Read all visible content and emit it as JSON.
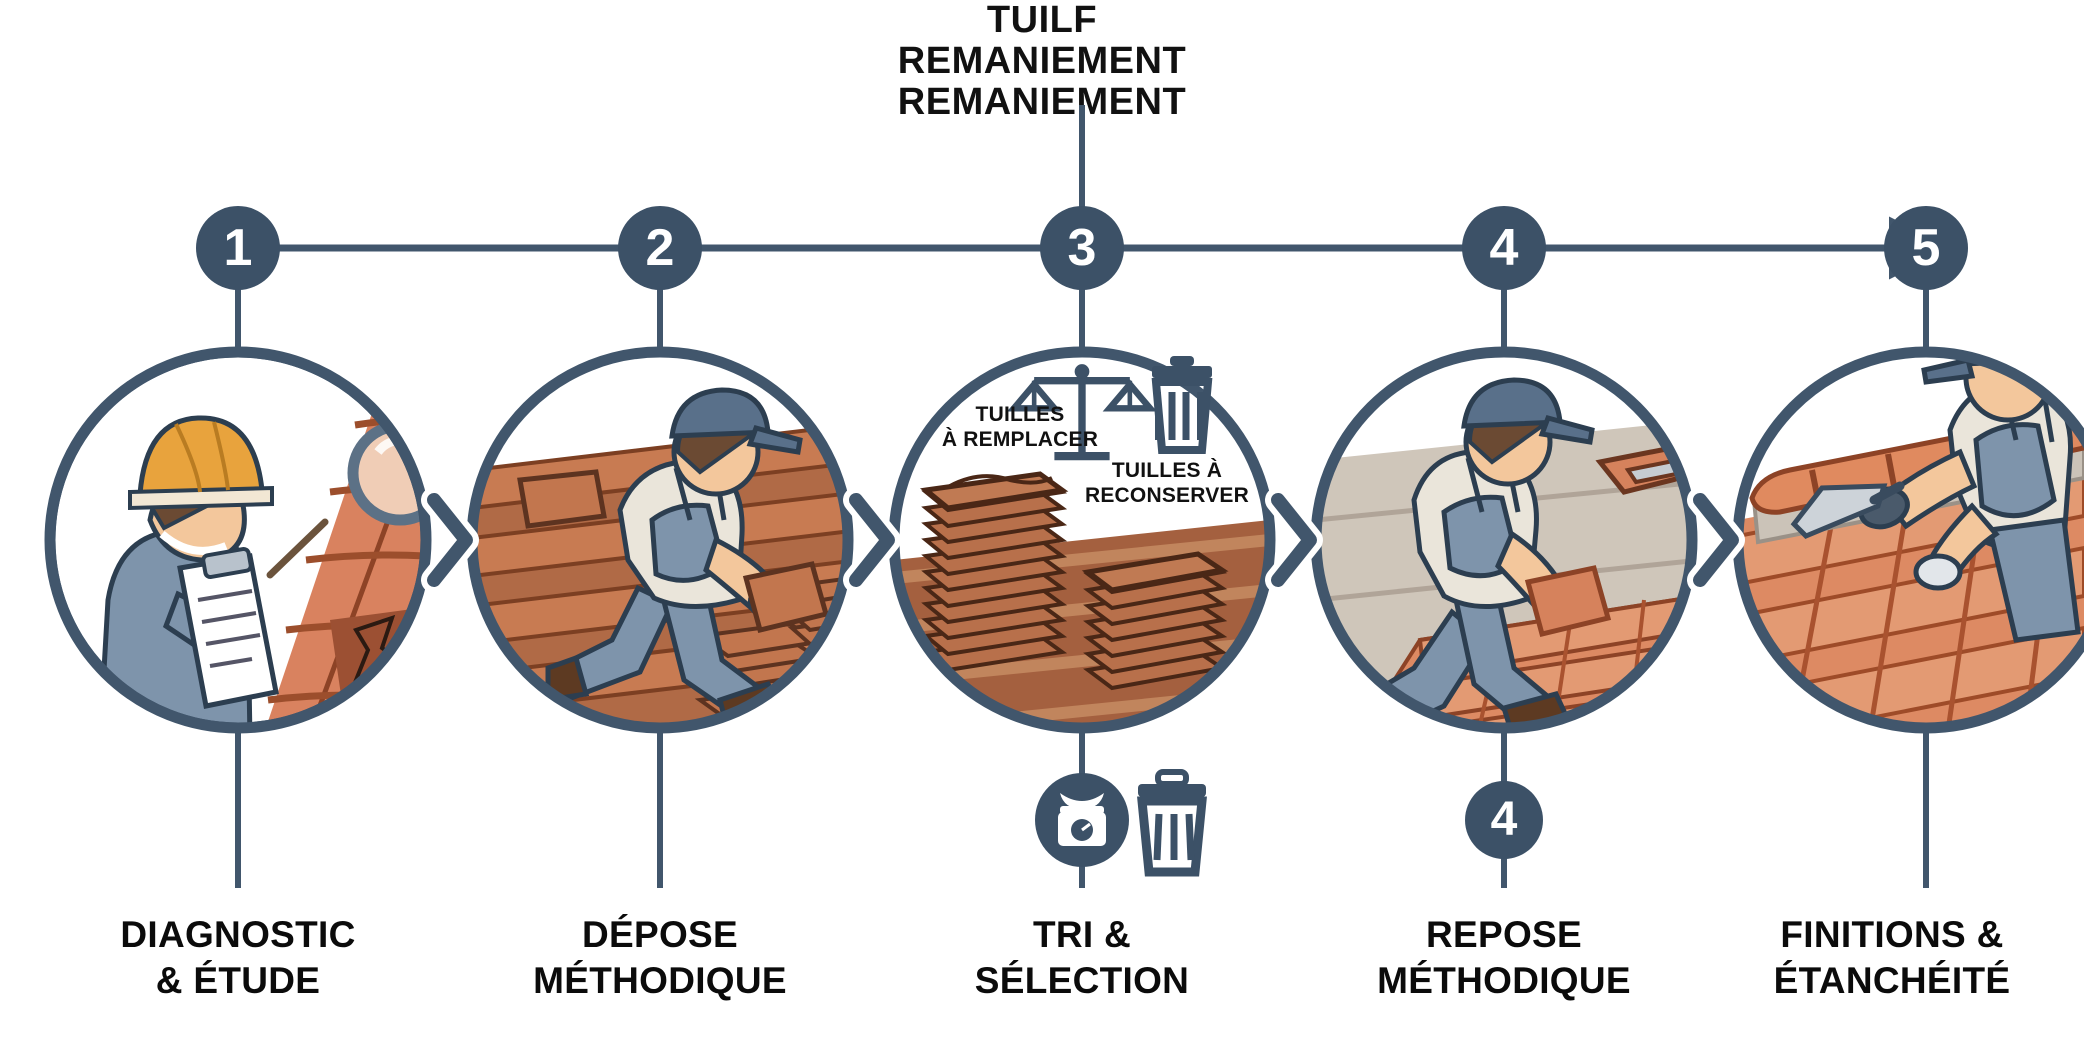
{
  "title": {
    "line1": "TUILF",
    "line2": "REMANIEMENT",
    "line3": "REMANIEMENT"
  },
  "colors": {
    "accent_dark_blue": "#3c5167",
    "line_blue": "#41566c",
    "text_black": "#0b0b0b",
    "tile_terracotta": "#d9825f",
    "tile_terracotta_dark": "#a9522f",
    "tile_brown": "#a4603f",
    "helmet_orange": "#e8a33d",
    "cap_blue": "#59708a",
    "overall_blue": "#7f95ae",
    "shirt_cream": "#eae5da",
    "skin": "#f3c79c",
    "background": "#ffffff"
  },
  "timeline": {
    "arrow_direction": "right",
    "steps": [
      {
        "number": "1",
        "caption_line1": "DIAGNOSTIC",
        "caption_line2": "& ÉTUDE"
      },
      {
        "number": "2",
        "caption_line1": "DÉPOSE",
        "caption_line2": "MÉTHODIQUE"
      },
      {
        "number": "3",
        "caption_line1": "TRI &",
        "caption_line2": "SÉLECTION"
      },
      {
        "number": "4",
        "caption_line1": "REPOSE",
        "caption_line2": "MÉTHODIQUE"
      },
      {
        "number": "5",
        "caption_line1": "FINITIONS &",
        "caption_line2": "ÉTANCHÉITÉ"
      }
    ]
  },
  "step3_labels": {
    "left_line1": "TUILLES",
    "left_line2": "À REMPLACER",
    "right_line1": "TUILLES À",
    "right_line2": "RECONSERVER"
  },
  "extra_markers": {
    "scale_badge_number": "",
    "duplicate_step4_number": "4"
  },
  "icons": {
    "balance": "balance-scale-icon",
    "trash_small": "trash-bin-icon",
    "scale_badge": "kitchen-scale-icon",
    "trash_big": "trash-bin-icon",
    "magnifier": "magnifying-glass-icon",
    "clipboard": "clipboard-icon",
    "trowel": "trowel-icon",
    "chevron": "chevron-right-icon",
    "arrowhead": "arrow-right-icon"
  }
}
